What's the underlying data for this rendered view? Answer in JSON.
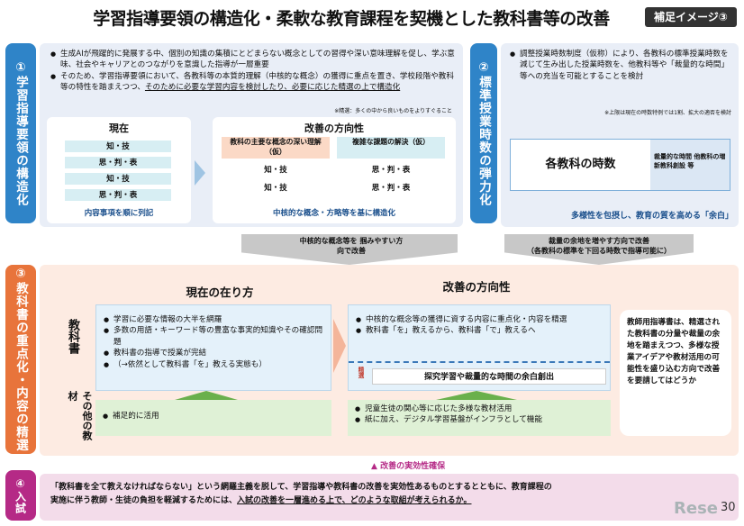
{
  "title": "学習指導要領の構造化・柔軟な教育課程を契機とした教科書等の改善",
  "badge": "補足イメージ③",
  "s1": {
    "tab": "①学習指導要領の構造化",
    "b1": "生成AIが飛躍的に発展する中、個別の知識の集積にとどまらない概念としての習得や深い意味理解を促し、学ぶ意味、社会やキャリアとのつながりを意識した指導が一層重要",
    "b2a": "そのため、学習指導要領において、各教科等の本質的理解（中核的な概念）の獲得に重点を置き、学校段階や教科等の特性を踏まえつつ、",
    "b2u": "そのために必要な学習内容を検討したり、必要に応じた精選の上で構造化",
    "note": "※精選：多くの中から良いものをよりすぐること",
    "cur_h": "現在",
    "cur": [
      "知・技",
      "思・判・表",
      "知・技",
      "思・判・表"
    ],
    "cur_foot": "内容事項を順に列記",
    "imp_h": "改善の方向性",
    "imp_c1": "教科の主要な概念の深い理解（仮）",
    "imp_c2": "複雑な課題の解決（仮）",
    "imp_l": [
      "知・技",
      "知・技"
    ],
    "imp_r": [
      "思・判・表",
      "思・判・表"
    ],
    "imp_foot": "中核的な概念・方略等を基に構造化"
  },
  "s2": {
    "tab": "②標準授業時数の弾力化",
    "b1": "調整授業時数制度（仮称）により、各教科の標準授業時数を減じて生み出した授業時数を、他教科等や「裁量的な時間」等への充当を可能とすることを検討",
    "note": "※上限は現在の時数特例では1割、拡大の適否を検討",
    "subj": "各教科の時数",
    "side": "裁量的な時間 他教科の増 新教科創設 等",
    "foot": "多様性を包摂し、教育の質を高める「余白」"
  },
  "mid": {
    "a1": "中核的な概念等を 掴みやすい方向で改善",
    "a2": "裁量の余地を増やす方向で改善",
    "a3": "（各教科の標準を下回る時数で指導可能に）"
  },
  "s3": {
    "tab": "③教科書の重点化・内容の精選",
    "cur_h": "現在の在り方",
    "imp_h": "改善の方向性",
    "textbook": "教科書",
    "other": "その他の教材",
    "tb_cur": [
      "学習に必要な情報の大半を網羅",
      "多数の用語・キーワード等の豊富な事実的知識やその確認問題",
      "教科書の指導で授業が完結",
      "（→依然として教科書「を」教える実態も）"
    ],
    "tb_imp": [
      "中核的な概念等の獲得に資する内容に重点化・内容を精選",
      "教科書「を」教えるから、教科書「で」教えるへ"
    ],
    "seisen": "精選",
    "yohaku": "探究学習や裁量的な時間の余白創出",
    "ot_cur": [
      "補足的に活用"
    ],
    "ot_imp": [
      "児童生徒の関心等に応じた多様な教材活用",
      "紙に加え、デジタル学習基盤がインフラとして機能"
    ],
    "side": "教師用指導書は、精選された教科書の分量や裁量の余地を踏まえつつ、多様な授業アイデアや教材活用の可能性を盛り込む方向で改善を要請してはどうか"
  },
  "s4": {
    "tab": "④入試",
    "assure": "改善の実効性確保",
    "t1": "「教科書を全て教えなければならない」という網羅主義を脱して、学習指導や教科書の改善を実効性あるものとするとともに、教育課程の",
    "t2": "実施に伴う教師・生徒の負担を軽減するためには、",
    "t2u": "入試の改善を一層進める上で、どのような取組が考えられるか。",
    "page": "30",
    "logo": "Rese"
  }
}
